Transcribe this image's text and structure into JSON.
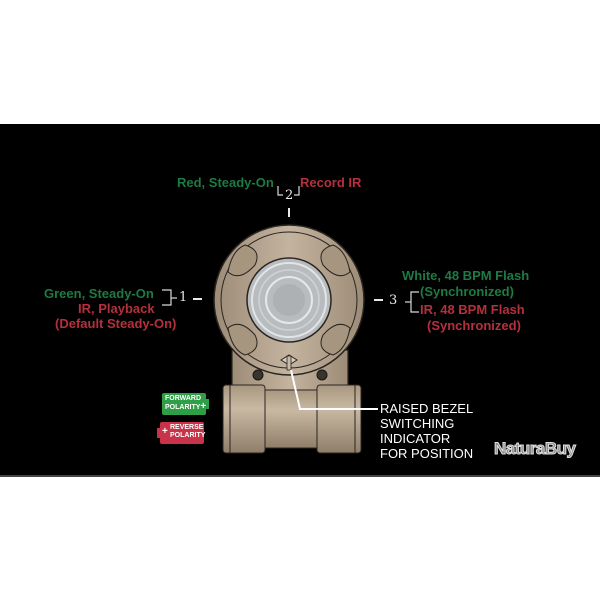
{
  "diagram": {
    "background_color": "#000000",
    "device_color": "#b5a591",
    "lens_color": "#c8cacc",
    "positions": [
      {
        "number": "1",
        "lines": [
          {
            "text": "Green, Steady-On",
            "color": "#1e7a45"
          },
          {
            "text": "IR, Playback",
            "color": "#b5303d"
          },
          {
            "text": "(Default Steady-On)",
            "color": "#b5303d"
          }
        ]
      },
      {
        "number": "2",
        "lines": [
          {
            "text": "Red, Steady-On",
            "color": "#1e7a45"
          },
          {
            "text": "Record IR",
            "color": "#b5303d"
          }
        ]
      },
      {
        "number": "3",
        "lines": [
          {
            "text": "White, 48 BPM Flash",
            "color": "#1e7a45"
          },
          {
            "text": "(Synchronized)",
            "color": "#1e7a45"
          },
          {
            "text": "IR, 48 BPM Flash",
            "color": "#b5303d"
          },
          {
            "text": "(Synchronized)",
            "color": "#b5303d"
          }
        ]
      }
    ],
    "polarity": {
      "forward": {
        "line1": "FORWARD",
        "line2": "POLARITY",
        "sign": "+",
        "color": "#2e9e47"
      },
      "reverse": {
        "line1": "REVERSE",
        "line2": "POLARITY",
        "sign": "+",
        "color": "#c8334a"
      }
    },
    "callout": {
      "lines": [
        "RAISED BEZEL",
        "SWITCHING",
        "INDICATOR",
        "FOR POSITION"
      ]
    },
    "watermark": "NaturaBuy"
  }
}
